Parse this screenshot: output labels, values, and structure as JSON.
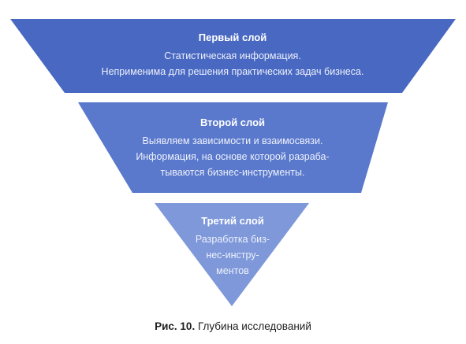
{
  "diagram": {
    "layers": [
      {
        "title": "Первый слой",
        "lines": [
          "Статистическая информация.",
          "Неприменима для решения практических задач бизнеса."
        ]
      },
      {
        "title": "Второй слой",
        "lines": [
          "Выявляем зависимости и взаимосвязи.",
          "Информация, на основе которой разраба-",
          "тываются бизнес-инструменты."
        ]
      },
      {
        "title": "Третий слой",
        "lines": [
          "Разработка биз-",
          "нес-инстру-",
          "ментов"
        ]
      }
    ],
    "colors": {
      "layer_1": "#4868c2",
      "layer_2": "#5a79cc",
      "layer_3": "#7e98da"
    }
  },
  "caption": {
    "label": "Рис. 10.",
    "text": "Глубина исследований"
  }
}
